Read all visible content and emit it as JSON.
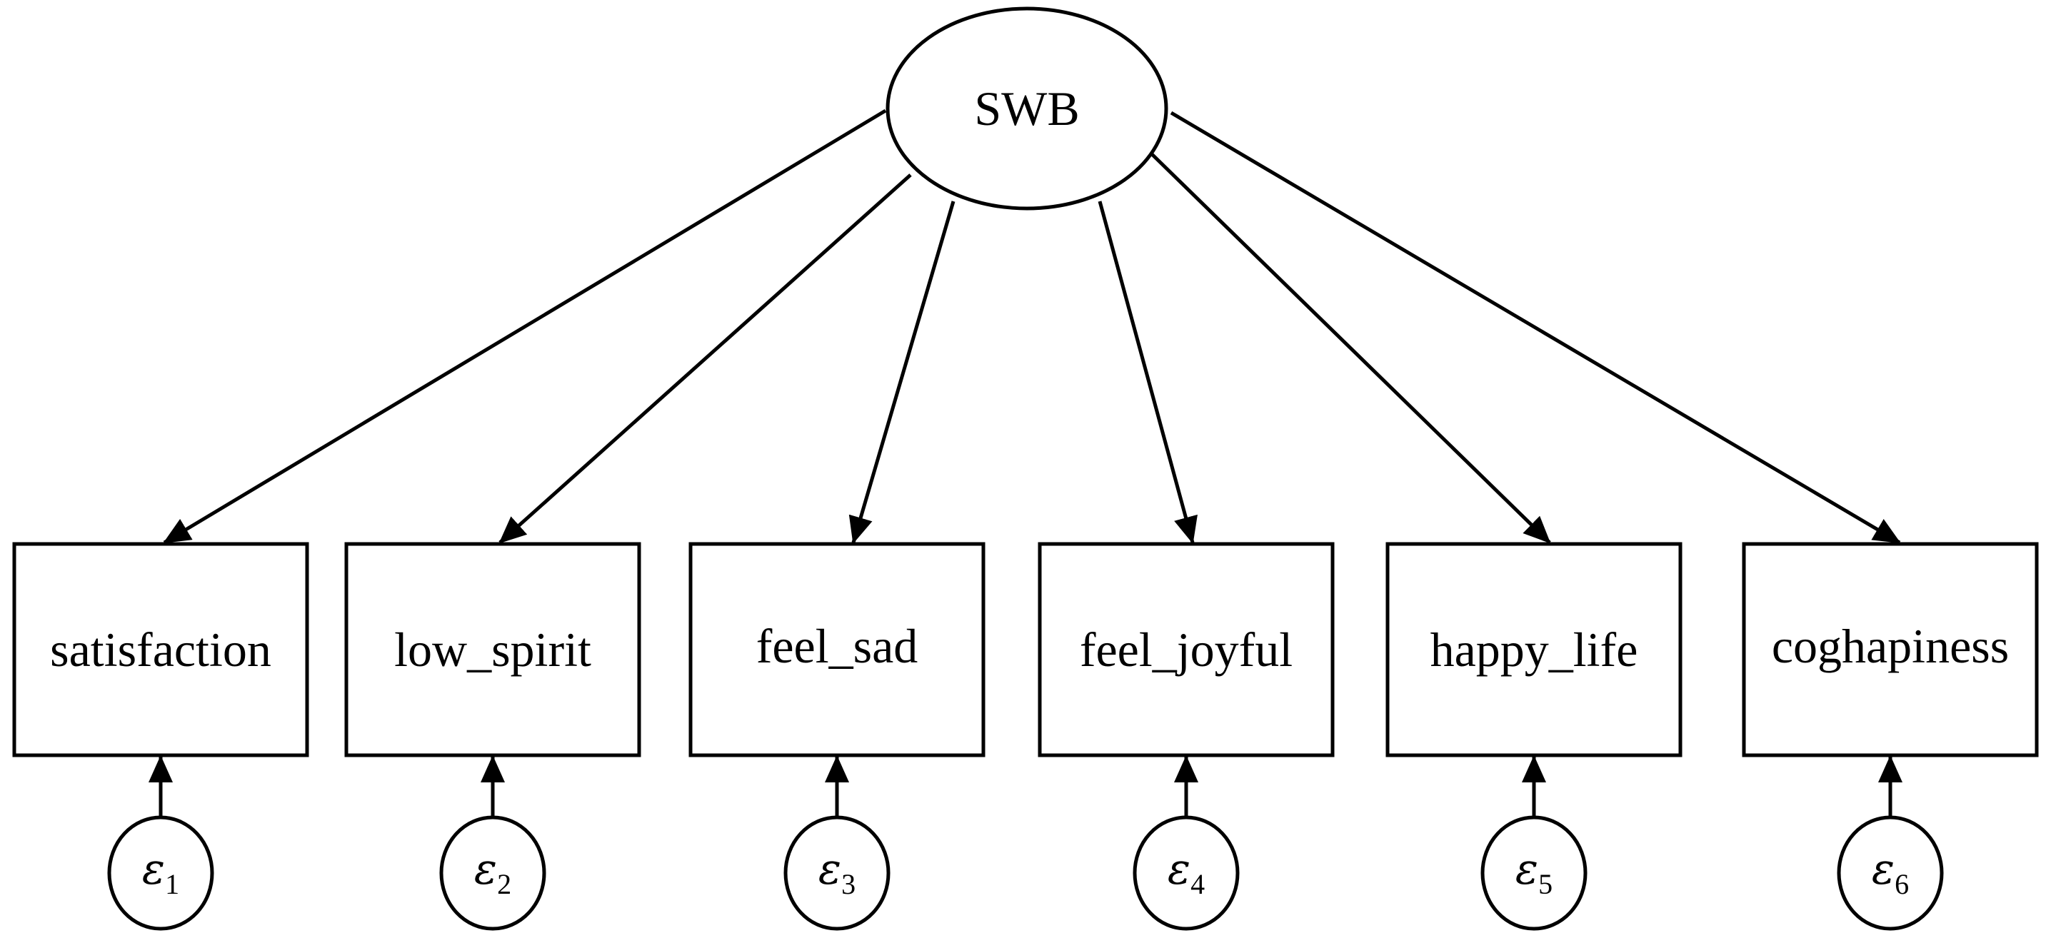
{
  "latent": {
    "label": "SWB"
  },
  "indicators": [
    {
      "label": "satisfaction"
    },
    {
      "label": "low_spirit"
    },
    {
      "label": "feel_sad"
    },
    {
      "label": "feel_joyful"
    },
    {
      "label": "happy_life"
    },
    {
      "label": "coghapiness"
    }
  ],
  "errors": [
    {
      "symbol": "ε",
      "index": "1"
    },
    {
      "symbol": "ε",
      "index": "2"
    },
    {
      "symbol": "ε",
      "index": "3"
    },
    {
      "symbol": "ε",
      "index": "4"
    },
    {
      "symbol": "ε",
      "index": "5"
    },
    {
      "symbol": "ε",
      "index": "6"
    }
  ]
}
